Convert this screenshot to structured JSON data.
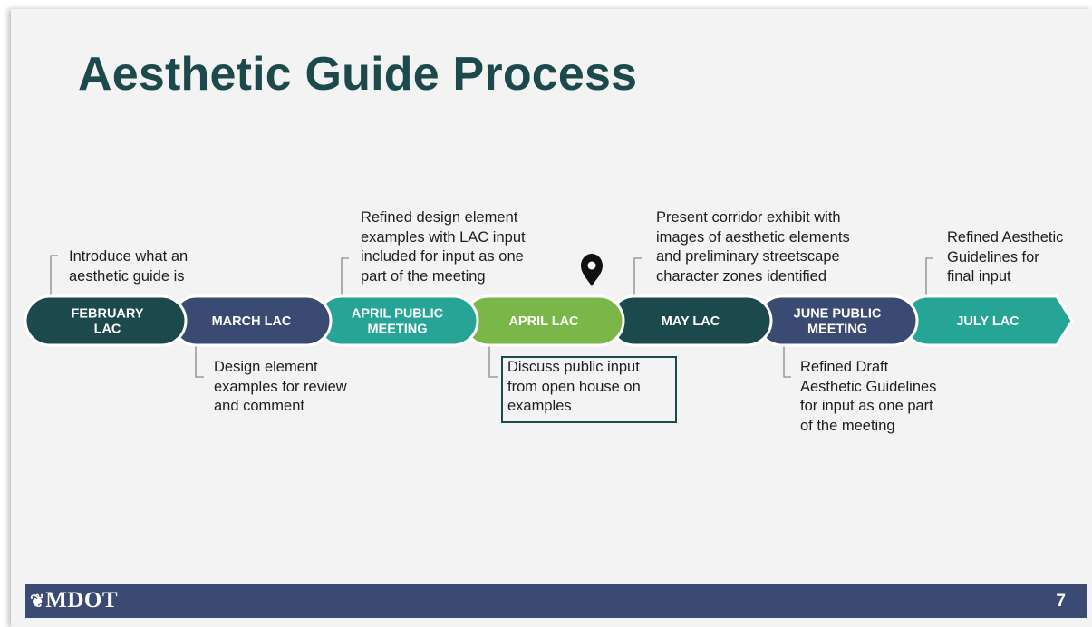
{
  "title": "Aesthetic Guide Process",
  "stages": [
    {
      "label_lines": [
        "FEBRUARY",
        "LAC"
      ],
      "color": "#1c4a4c"
    },
    {
      "label_lines": [
        "MARCH LAC"
      ],
      "color": "#3b4a72"
    },
    {
      "label_lines": [
        "APRIL PUBLIC",
        "MEETING"
      ],
      "color": "#26a596"
    },
    {
      "label_lines": [
        "APRIL LAC"
      ],
      "color": "#7ab648"
    },
    {
      "label_lines": [
        "MAY LAC"
      ],
      "color": "#1c4a4c"
    },
    {
      "label_lines": [
        "JUNE PUBLIC",
        "MEETING"
      ],
      "color": "#3b4a72"
    },
    {
      "label_lines": [
        "JULY LAC"
      ],
      "color": "#26a596"
    }
  ],
  "current_stage": "APRIL LAC",
  "notes": {
    "february": [
      "Introduce what an",
      "aesthetic guide is"
    ],
    "march": [
      "Design element",
      "examples for review",
      "and comment"
    ],
    "april_public": [
      "Refined design element",
      "examples with LAC input",
      "included for input as one",
      "part of the meeting"
    ],
    "april_lac": [
      "Discuss public input",
      "from open house on",
      "examples"
    ],
    "may": [
      "Present corridor exhibit with",
      "images of aesthetic elements",
      "and preliminary streetscape",
      "character zones identified"
    ],
    "june": [
      "Refined Draft",
      "Aesthetic Guidelines",
      "for input as one part",
      "of the meeting"
    ],
    "july": [
      "Refined Aesthetic",
      "Guidelines for",
      "final input"
    ]
  },
  "footer": {
    "logo_text": "MDOT",
    "page_number": "7"
  }
}
